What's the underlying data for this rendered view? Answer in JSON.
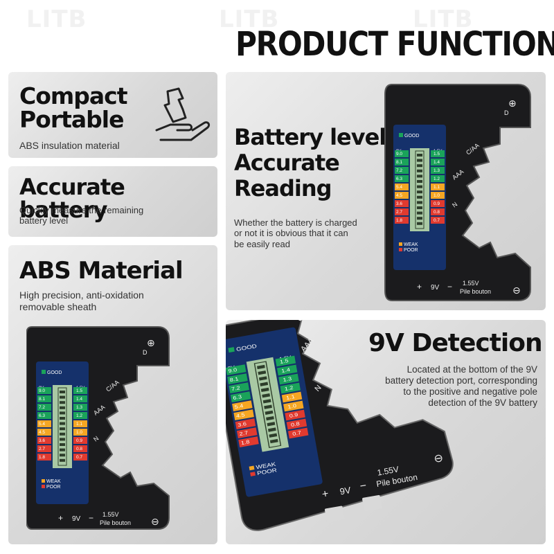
{
  "watermark": "LITB",
  "title": "PRODUCT FUNCTION",
  "cards": {
    "compact": {
      "title_line1": "Compact",
      "title_line2": "Portable",
      "desc": "ABS insulation material",
      "icon": "hand-holding-battery-icon"
    },
    "accurate": {
      "title": "Accurate battery",
      "desc_line1": "Quickly measure the remaining",
      "desc_line2": "battery level"
    },
    "abs": {
      "title": "ABS Material",
      "desc_line1": "High precision, anti-oxidation",
      "desc_line2": "removable sheath"
    },
    "reading": {
      "title_line1": "Battery level",
      "title_line2": "Accurate",
      "title_line3": "Reading",
      "desc_line1": "Whether the battery is charged",
      "desc_line2": "or not it is obvious that it can",
      "desc_line3": "be easily read"
    },
    "detection": {
      "title": "9V Detection",
      "desc_line1": "Located at the bottom of the 9V",
      "desc_line2": "battery detection port, corresponding",
      "desc_line3": "to the positive and negative pole",
      "desc_line4": "detection of the 9V battery"
    }
  },
  "tester": {
    "good": "GOOD",
    "weak": "WEAK",
    "poor": "POOR",
    "col_9v": "9V",
    "col_15v": "1.5V",
    "left_scale": [
      "9.0",
      "8.1",
      "7.2",
      "6.3",
      "5.4",
      "4.5",
      "3.6",
      "2.7",
      "1.8"
    ],
    "right_scale": [
      "1.5",
      "1.4",
      "1.3",
      "1.2",
      "1.1",
      "1.0",
      "0.9",
      "0.8",
      "0.7"
    ],
    "row_colors": [
      "#1aa35a",
      "#1aa35a",
      "#1aa35a",
      "#1aa35a",
      "#f5a623",
      "#f5a623",
      "#e03a2f",
      "#e03a2f",
      "#e03a2f"
    ],
    "slot_labels": [
      "D",
      "C/AA",
      "AAA",
      "N"
    ],
    "plus": "+",
    "minus": "−",
    "bottom_9v": "9V",
    "bottom_v": "1.55V",
    "bottom_pile": "Pile bouton"
  },
  "colors": {
    "card_bg": "#dcdcdc",
    "device_body": "#1b1b1d",
    "lcd_bg": "#15316b",
    "lcd_segment": "#a9c9a4"
  }
}
